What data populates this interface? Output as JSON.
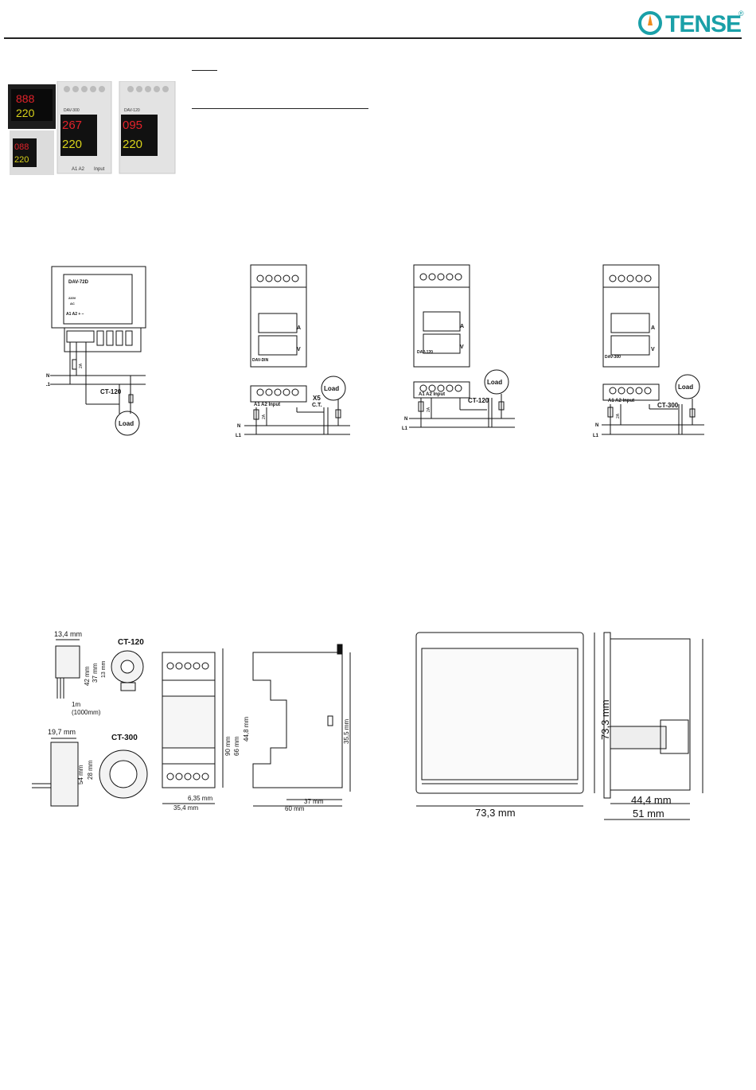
{
  "brand": {
    "name": "TENSE",
    "registered": "®",
    "color": "#1aa0a8"
  },
  "photo": {
    "displays": [
      {
        "top": "888",
        "bottom": "220"
      },
      {
        "top": "267",
        "bottom": "220",
        "model": "DAV-300"
      },
      {
        "top": "095",
        "bottom": "220",
        "model": "DAV-120"
      },
      {
        "top": "088",
        "bottom": "220"
      }
    ],
    "terminal_labels": [
      "A1",
      "A2",
      "Input"
    ]
  },
  "wiring": {
    "dav72d": {
      "model": "DAV-72D",
      "voltage": "220V",
      "ac": "AC",
      "terminals": [
        "A1",
        "A2",
        "+",
        "−"
      ],
      "fuse": "2A",
      "ct": "CT-120",
      "load": "Load",
      "n": "N",
      "l1": "L1"
    },
    "davdin": {
      "model": "DAV-DIN",
      "a": "A",
      "v": "V",
      "terminals": "A1  A2    Input",
      "x5": "X5",
      "ct": "C.T.",
      "fuse": "2A",
      "load": "Load",
      "n": "N",
      "l1": "L1"
    },
    "dav120": {
      "model": "DAV-120",
      "a": "A",
      "v": "V",
      "terminals": "A1  A2    Input",
      "ct": "CT-120",
      "fuse": "2A",
      "load": "Load",
      "n": "N",
      "l1": "L1"
    },
    "dav300": {
      "model": "DAV-300",
      "a": "A",
      "v": "V",
      "terminals": "A1  A2    Input",
      "ct": "CT-300",
      "fuse": "2A",
      "load": "Load",
      "n": "N",
      "l1": "L1"
    }
  },
  "dimensions": {
    "ct120": {
      "title": "CT-120",
      "d1": "13,4 mm",
      "d2": "42 mm",
      "d3": "37 mm",
      "d4": "13 mm",
      "cable": "1m",
      "cable2": "(1000mm)"
    },
    "ct300": {
      "title": "CT-300",
      "d1": "19,7 mm",
      "d2": "54 mm",
      "d3": "28 mm"
    },
    "din": {
      "h1": "90 mm",
      "h2": "66 mm",
      "h3": "44,8 mm",
      "h4": "35,5 mm",
      "w1": "6,35 mm",
      "w2": "35,4 mm",
      "w3": "37 mm",
      "w4": "60 mm"
    },
    "panel": {
      "h": "73,3 mm",
      "w": "73,3 mm",
      "d1": "44,4 mm",
      "d2": "51 mm"
    }
  }
}
